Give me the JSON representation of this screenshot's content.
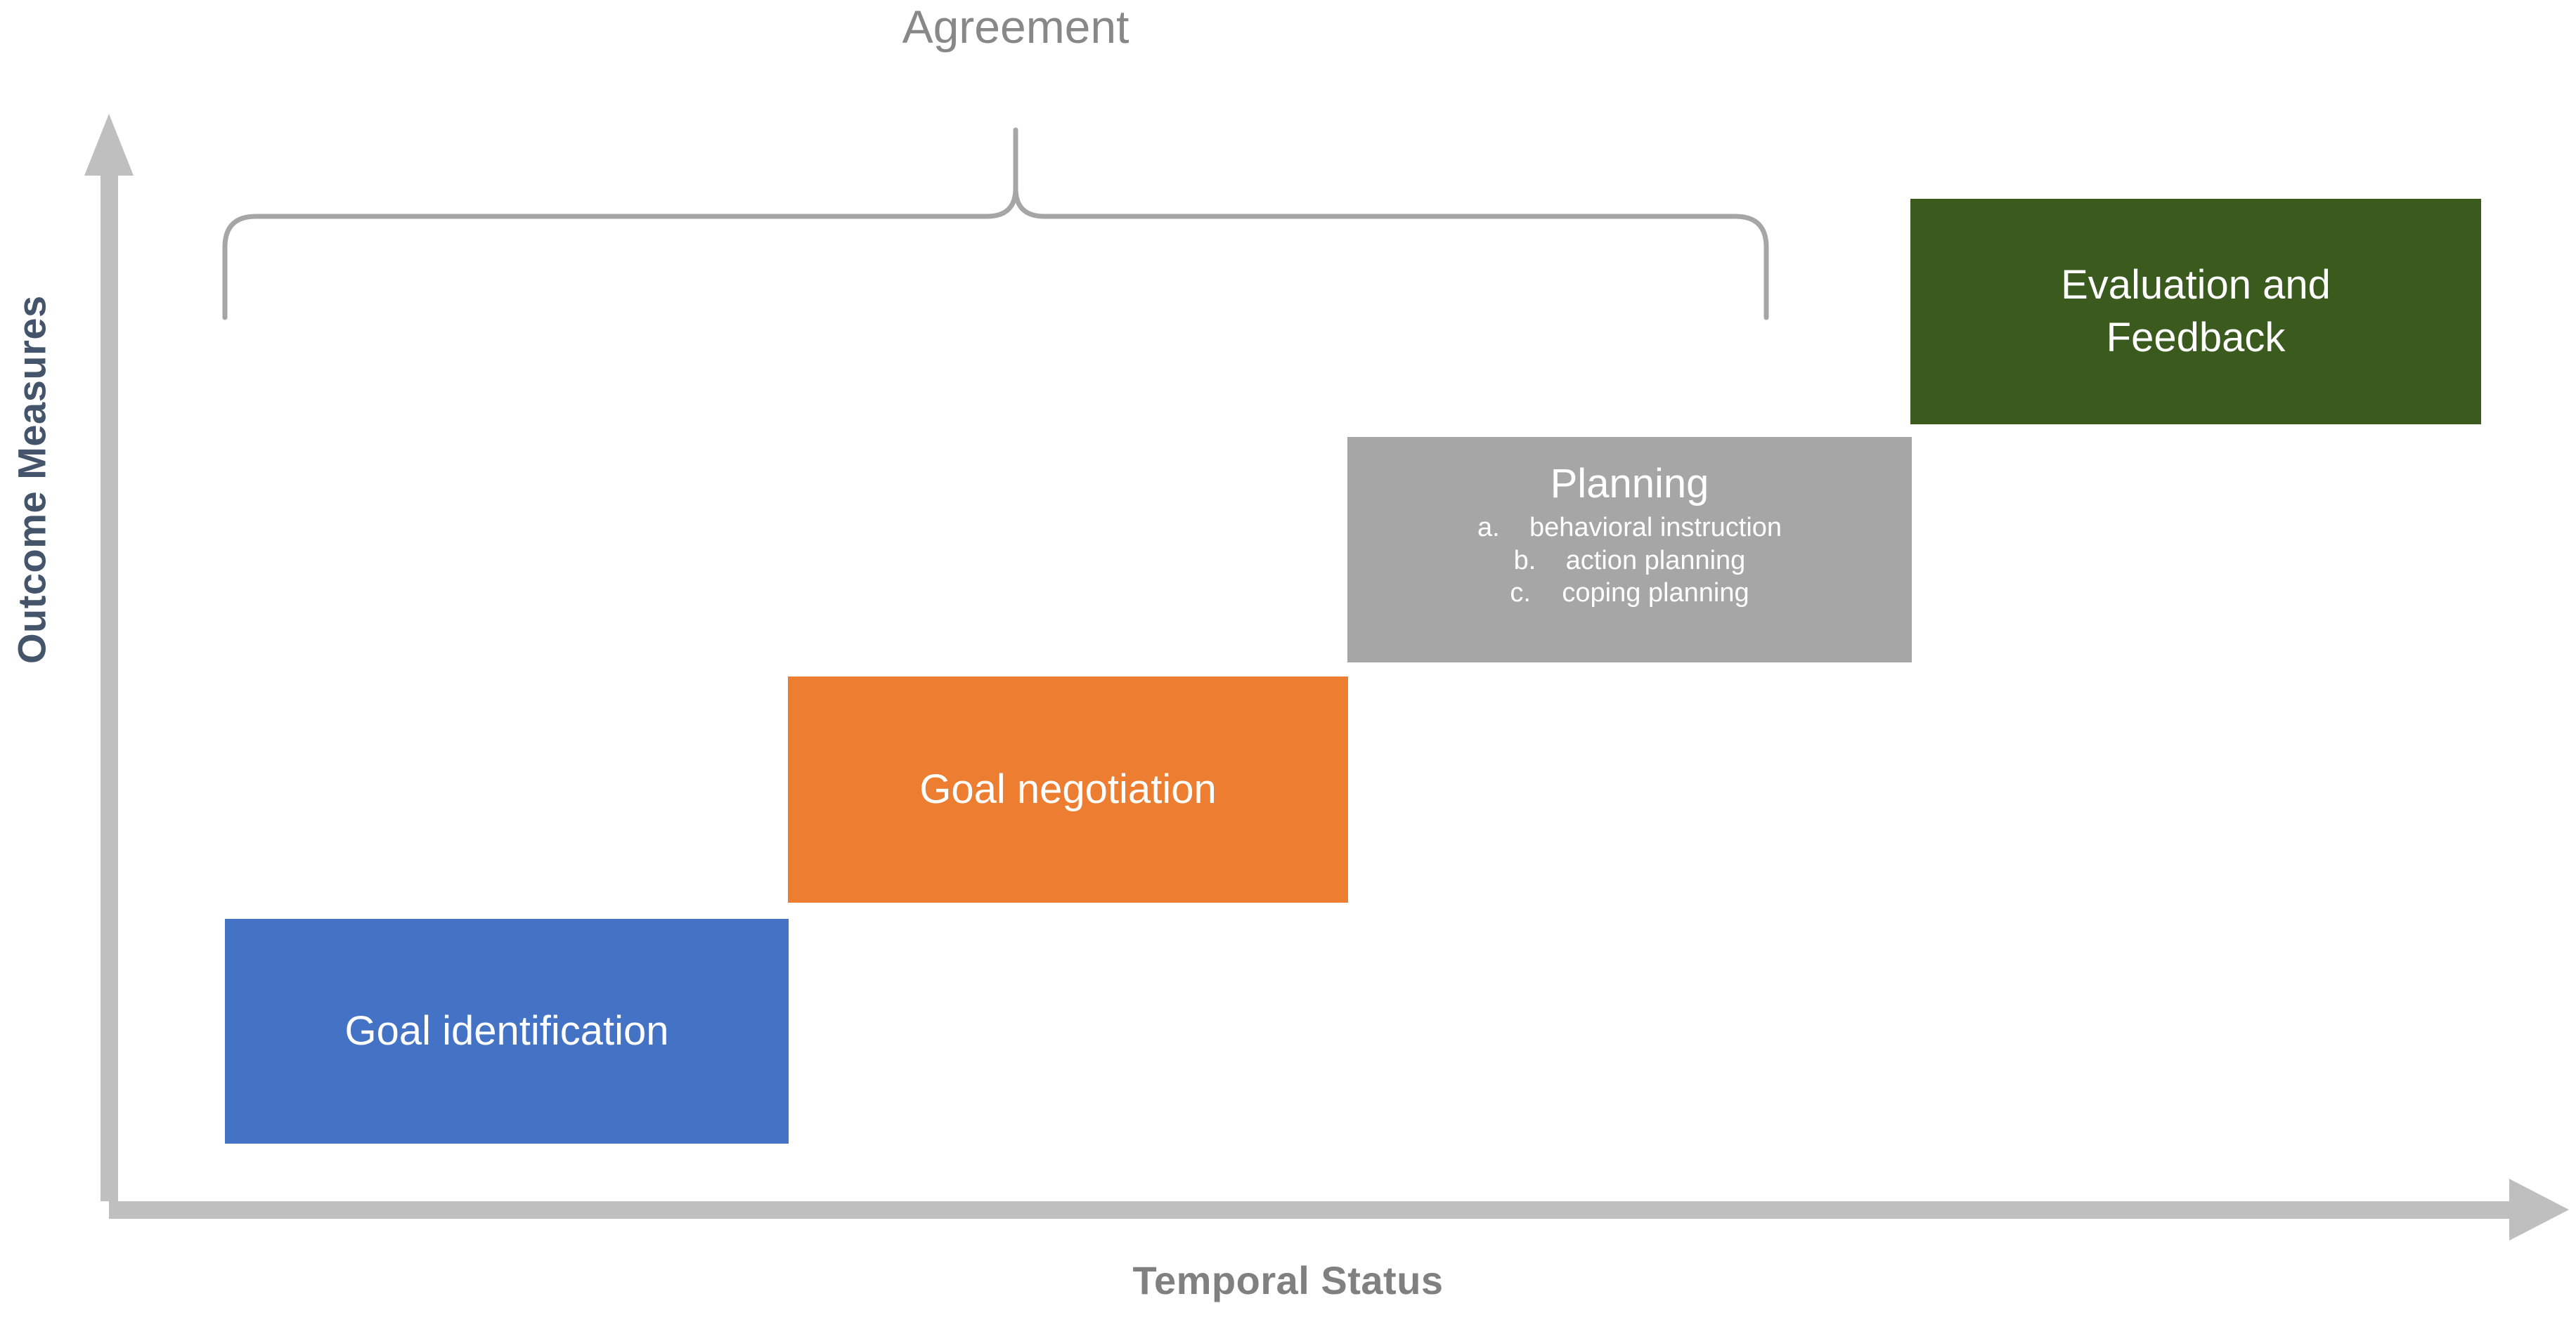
{
  "axes": {
    "y_title": "Outcome Measures",
    "x_title": "Temporal Status",
    "y_color": "#44546A",
    "x_color": "#808080",
    "axis_line_color": "#BFBFBF"
  },
  "brace": {
    "label": "Agreement",
    "color": "#A6A6A6",
    "label_color": "#888888"
  },
  "stages": [
    {
      "id": "goal-identification",
      "title": "Goal identification",
      "color": "#4472C4",
      "text_color": "#FFFFFF",
      "items": []
    },
    {
      "id": "goal-negotiation",
      "title": "Goal negotiation",
      "color": "#ED7D31",
      "text_color": "#FFFFFF",
      "items": []
    },
    {
      "id": "planning",
      "title": "Planning",
      "color": "#A6A6A6",
      "text_color": "#FFFFFF",
      "items": [
        {
          "marker": "a.",
          "text": "behavioral instruction"
        },
        {
          "marker": "b.",
          "text": "action planning"
        },
        {
          "marker": "c.",
          "text": "coping planning"
        }
      ]
    },
    {
      "id": "evaluation-feedback",
      "title": "Evaluation and Feedback",
      "title_line1": "Evaluation and",
      "title_line2": "Feedback",
      "color": "#3A5A1E",
      "text_color": "#FFFFFF",
      "items": []
    }
  ]
}
